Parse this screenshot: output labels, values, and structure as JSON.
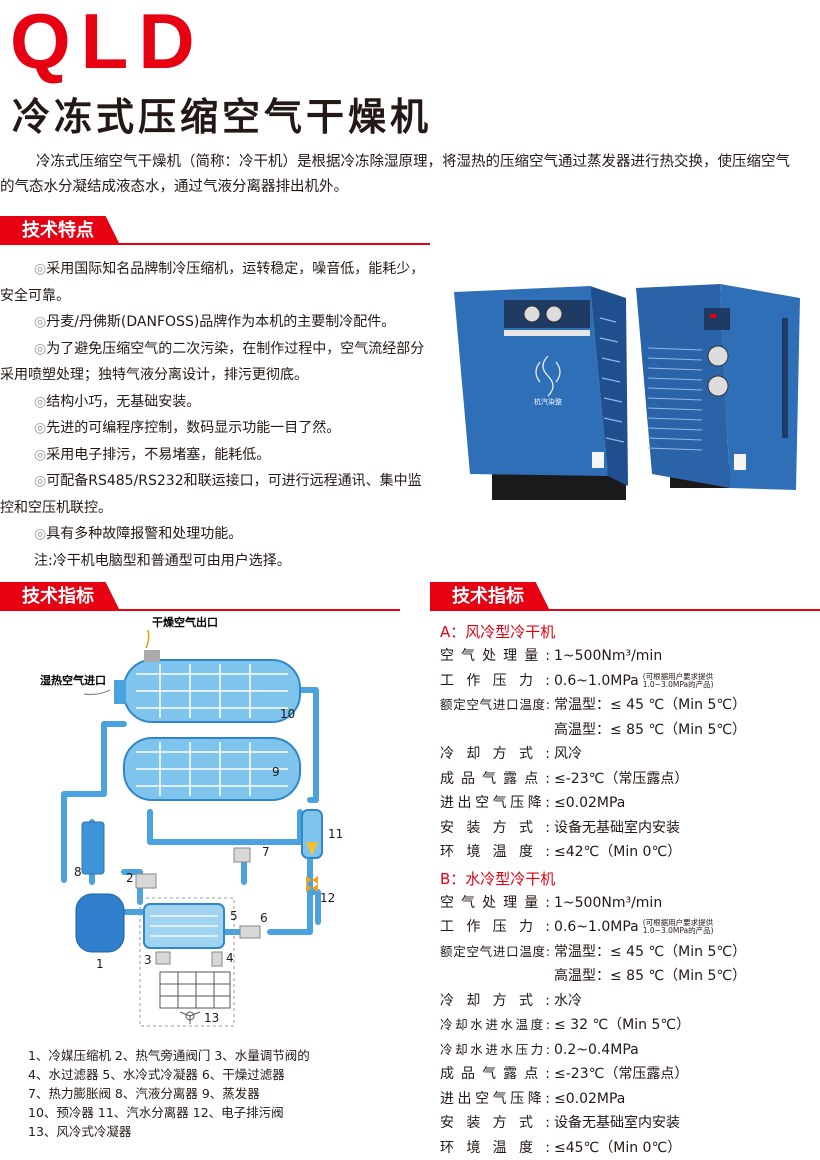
{
  "brand": "QLD",
  "title": "冷冻式压缩空气干燥机",
  "intro": "冷冻式压缩空气干燥机（简称：冷干机）是根据冷冻除湿原理，将湿热的压缩空气通过蒸发器进行热交换，使压缩空气的气态水分凝结成液态水，通过气液分离器排出机外。",
  "features_section": "技术特点",
  "features": [
    "采用国际知名品牌制冷压缩机，运转稳定，噪音低，能耗少，安全可靠。",
    "丹麦/丹佛斯(DANFOSS)品牌作为本机的主要制冷配件。",
    "为了避免压缩空气的二次污染，在制作过程中，空气流经部分采用喷塑处理；独特气液分离设计，排污更彻底。",
    "结构小巧，无基础安装。",
    "先进的可编程序控制，数码显示功能一目了然。",
    "采用电子排污，不易堵塞，能耗低。",
    "可配备RS485/RS232和联运接口，可进行远程通讯、集中监控和空压机联控。",
    "具有多种故障报警和处理功能。"
  ],
  "features_note": "注:冷干机电脑型和普通型可由用户选择。",
  "bullet": "◎",
  "product_logo_text": "杭汽染整",
  "diagram_section": "技术指标",
  "specs_section": "技术指标",
  "diagram": {
    "outlet_label": "干燥空气出口",
    "inlet_label": "湿热空气进口",
    "numbers": [
      "1",
      "2",
      "3",
      "4",
      "5",
      "6",
      "7",
      "8",
      "9",
      "10",
      "11",
      "12",
      "13"
    ]
  },
  "legend": [
    "1、冷媒压缩机  2、热气旁通阀门 3、水量调节阀的",
    "4、水过滤器  5、水冷式冷凝器  6、干燥过滤器",
    "7、热力膨胀阀  8、汽液分离器  9、蒸发器",
    "10、预冷器  11、汽水分离器  12、电子排污阀",
    "13、风冷式冷凝器"
  ],
  "specs_a": {
    "title": "A：风冷型冷干机",
    "rows": [
      {
        "label": "空气处理量:",
        "value": "1~500Nm³/min"
      },
      {
        "label": "工作压力:",
        "value": "0.6~1.0MPa",
        "note1": "(可根据用户要求提供",
        "note2": "1.0~3.0MPa的产品)"
      },
      {
        "label": "额定空气进口温度:",
        "value": "常温型：≤ 45 ℃（Min 5℃）",
        "small": true
      },
      {
        "label": "",
        "value": "高温型：≤ 85 ℃（Min 5℃）"
      },
      {
        "label": "冷却方式:",
        "value": "风冷"
      },
      {
        "label": "成品气露点:",
        "value": "≤-23℃（常压露点）"
      },
      {
        "label": "进出空气压降:",
        "value": "≤0.02MPa"
      },
      {
        "label": "安装方式:",
        "value": "设备无基础室内安装"
      },
      {
        "label": "环境温度:",
        "value": "≤42℃（Min 0℃）"
      }
    ]
  },
  "specs_b": {
    "title": "B：水冷型冷干机",
    "rows": [
      {
        "label": "空气处理量:",
        "value": "1~500Nm³/min"
      },
      {
        "label": "工作压力:",
        "value": "0.6~1.0MPa",
        "note1": "(可根据用户要求提供",
        "note2": "1.0~3.0MPa的产品)"
      },
      {
        "label": "额定空气进口温度:",
        "value": "常温型：≤ 45 ℃（Min 5℃）",
        "small": true
      },
      {
        "label": "",
        "value": "高温型：≤ 85 ℃（Min 5℃）"
      },
      {
        "label": "冷却方式:",
        "value": "水冷"
      },
      {
        "label": "冷却水进水温度:",
        "value": "≤ 32 ℃（Min 5℃）",
        "small": true
      },
      {
        "label": "冷却水进水压力:",
        "value": "0.2~0.4MPa",
        "small": true
      },
      {
        "label": "成品气露点:",
        "value": "≤-23℃（常压露点）"
      },
      {
        "label": "进出空气压降:",
        "value": "≤0.02MPa"
      },
      {
        "label": "安装方式:",
        "value": "设备无基础室内安装"
      },
      {
        "label": "环境温度:",
        "value": "≤45℃（Min 0℃）"
      }
    ]
  },
  "colors": {
    "brand_red": "#e60012",
    "cabinet_blue": "#2f6fb8",
    "pipe_blue": "#4aa3df"
  }
}
